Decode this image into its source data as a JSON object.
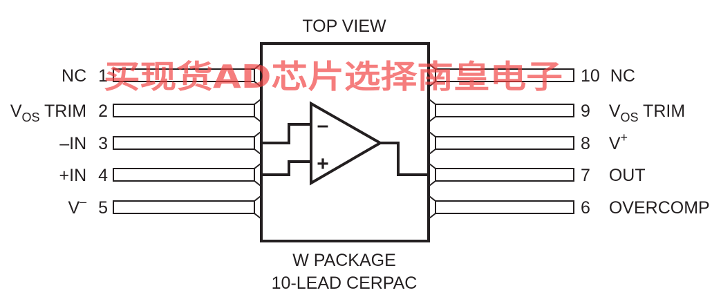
{
  "top_label": "TOP VIEW",
  "package": {
    "line1": "W PACKAGE",
    "line2": "10-LEAD CERPAC"
  },
  "pins_left": [
    {
      "name": "NC",
      "number": "1"
    },
    {
      "name_main": "V",
      "name_sub": "OS",
      "name_rest": " TRIM",
      "number": "2"
    },
    {
      "name": "–IN",
      "number": "3"
    },
    {
      "name": "+IN",
      "number": "4"
    },
    {
      "name_main": "V",
      "name_sup": "–",
      "number": "5"
    }
  ],
  "pins_right": [
    {
      "name": "NC",
      "number": "10"
    },
    {
      "name_main": "V",
      "name_sub": "OS",
      "name_rest": " TRIM",
      "number": "9"
    },
    {
      "name_main": "V",
      "name_sup": "+",
      "number": "8"
    },
    {
      "name": "OUT",
      "number": "7"
    },
    {
      "name": "OVERCOMP",
      "number": "6"
    }
  ],
  "opamp": {
    "minus": "–",
    "plus": "+"
  },
  "watermark": "买现货AD芯片选择南皇电子",
  "colors": {
    "ink": "#231f20",
    "watermark": "#f04040"
  }
}
